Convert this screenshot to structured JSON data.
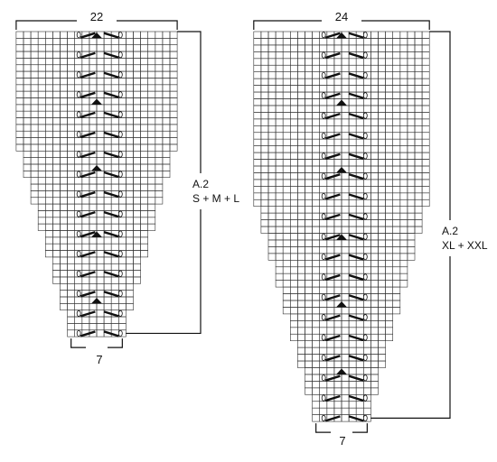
{
  "charts": [
    {
      "id": "a2-small",
      "top_count": "22",
      "bottom_count": "7",
      "label_line1": "A.2",
      "label_line2": "S + M + L",
      "rows": 46,
      "top_width": 22,
      "bottom_width": 7,
      "taper_every_rows": 4,
      "taper_stitches_per_side": 1
    },
    {
      "id": "a2-large",
      "top_count": "24",
      "bottom_count": "7",
      "label_line1": "A.2",
      "label_line2": "XL + XXL",
      "rows": 58,
      "top_width": 24,
      "bottom_width": 7,
      "taper_every_rows": 4,
      "taper_stitches_per_side": 1
    }
  ],
  "colors": {
    "grid": "#333333",
    "symbol": "#111111",
    "background": "#ffffff"
  },
  "symbols": [
    "slash-stitch",
    "eyelet-oval",
    "triangle-decrease"
  ]
}
